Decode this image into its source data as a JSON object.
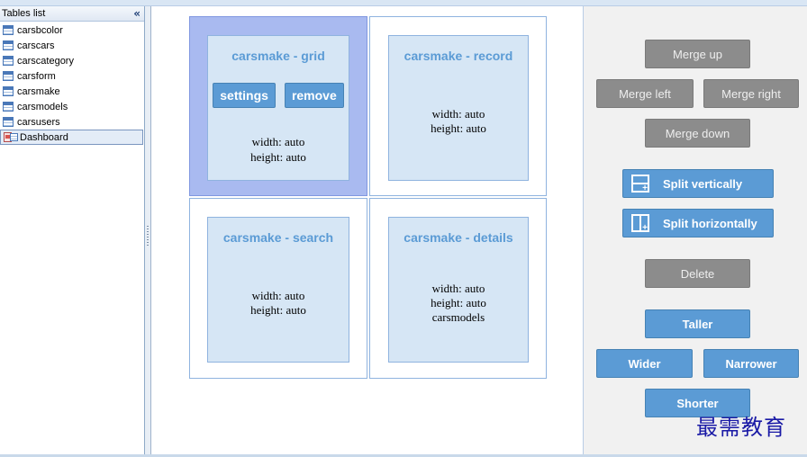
{
  "sidebar": {
    "title": "Tables list",
    "collapse_label": "«",
    "items": [
      {
        "label": "carsbcolor",
        "icon": "table-icon"
      },
      {
        "label": "carscars",
        "icon": "table-icon"
      },
      {
        "label": "carscategory",
        "icon": "table-icon"
      },
      {
        "label": "carsform",
        "icon": "table-icon"
      },
      {
        "label": "carsmake",
        "icon": "table-icon"
      },
      {
        "label": "carsmodels",
        "icon": "table-icon"
      },
      {
        "label": "carsusers",
        "icon": "table-icon"
      },
      {
        "label": "Dashboard",
        "icon": "dashboard-icon",
        "selected": true
      }
    ]
  },
  "dashboard": {
    "cells": [
      {
        "title": "carsmake - grid",
        "active": true,
        "buttons": {
          "settings": "settings",
          "remove": "remove"
        },
        "width": "width: auto",
        "height": "height: auto"
      },
      {
        "title": "carsmake - record",
        "width": "width: auto",
        "height": "height: auto"
      },
      {
        "title": "carsmake - search",
        "width": "width: auto",
        "height": "height: auto"
      },
      {
        "title": "carsmake - details",
        "width": "width: auto",
        "height": "height: auto",
        "extra": "carsmodels"
      }
    ]
  },
  "toolbar": {
    "merge_up": "Merge up",
    "merge_left": "Merge left",
    "merge_right": "Merge right",
    "merge_down": "Merge down",
    "split_vertically": "Split vertically",
    "split_horizontally": "Split horizontally",
    "delete": "Delete",
    "taller": "Taller",
    "wider": "Wider",
    "narrower": "Narrower",
    "shorter": "Shorter"
  },
  "watermark": "最需教育",
  "colors": {
    "accent": "#5b9bd5",
    "active_cell": "#a9baf0",
    "panel_bg": "#d6e6f5",
    "disabled_button": "#8c8c8c"
  }
}
